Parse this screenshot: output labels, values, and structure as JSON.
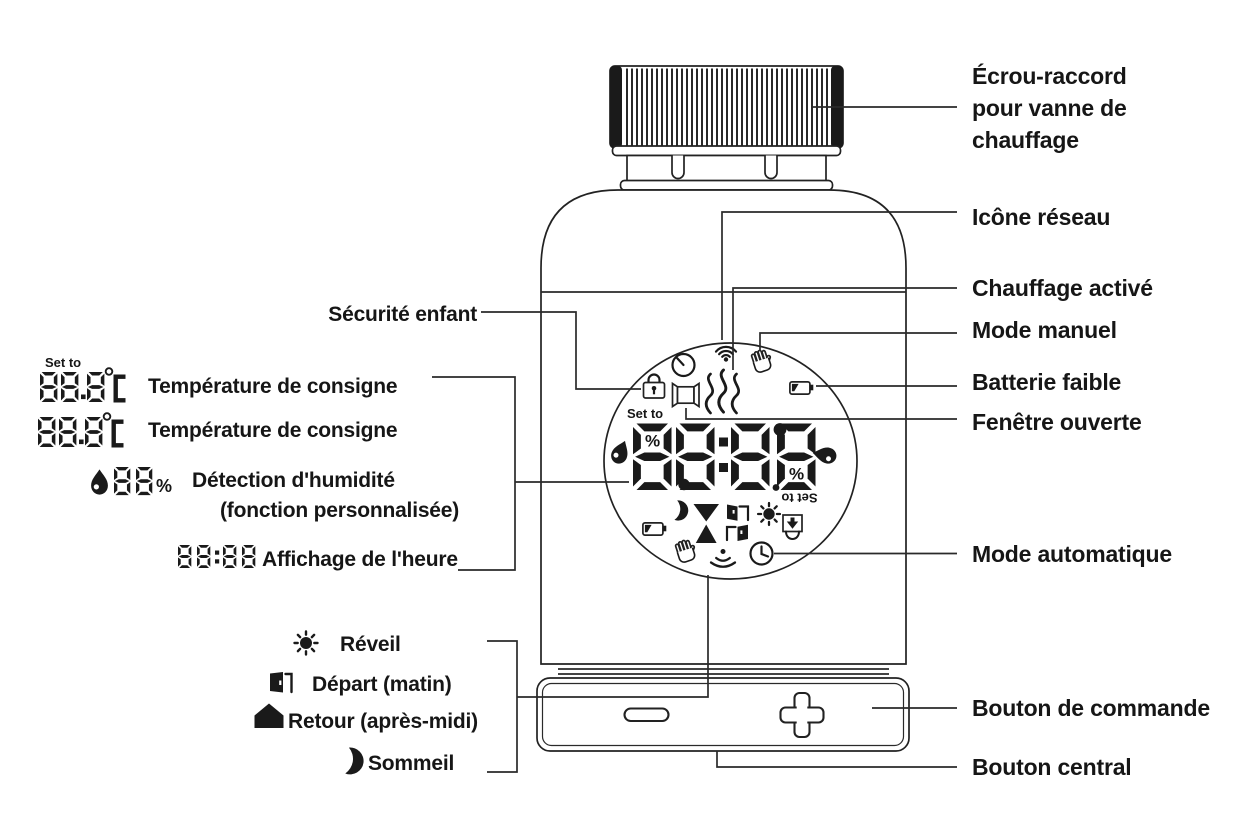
{
  "left": {
    "child_lock": "Sécurité enfant",
    "set_to": "Set to",
    "temp_display_1": "88.8°C",
    "set_temp_1": "Température de consigne",
    "temp_display_2": "88.8°C",
    "set_temp_2": "Température de consigne",
    "humidity_display": "88",
    "humidity_pct": "%",
    "humidity_label_1": "Détection d'humidité",
    "humidity_label_2": "(fonction personnalisée)",
    "time_display": "88:88",
    "time_label": "Affichage de l'heure"
  },
  "schedule": {
    "wake": "Réveil",
    "leave": "Départ (matin)",
    "return": "Retour (après-midi)",
    "sleep": "Sommeil"
  },
  "display": {
    "set_to": "Set to",
    "set_to_mirrored": "Set to",
    "value": "88:88",
    "pct_left": "%",
    "pct_right": "%"
  },
  "right": {
    "nut_line1": "Écrou-raccord",
    "nut_line2": "pour vanne de",
    "nut_line3": "chauffage",
    "network": "Icône réseau",
    "heating": "Chauffage activé",
    "manual": "Mode manuel",
    "battery": "Batterie faible",
    "window": "Fenêtre ouverte",
    "auto": "Mode automatique",
    "control": "Bouton de commande",
    "central": "Bouton central"
  },
  "colors": {
    "ink": "#1a1a1a",
    "line": "#2a2a2a",
    "background": "#ffffff"
  }
}
